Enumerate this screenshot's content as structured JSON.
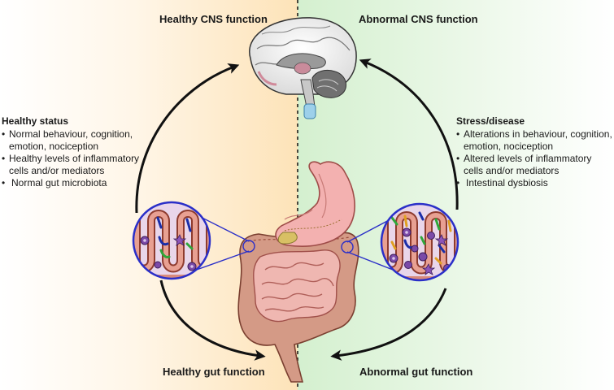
{
  "diagram": {
    "headings": {
      "top_left": "Healthy CNS function",
      "top_right": "Abnormal CNS function",
      "bottom_left": "Healthy gut function",
      "bottom_right": "Abnormal gut function"
    },
    "left_panel": {
      "title": "Healthy status",
      "items": [
        "Normal behaviour, cognition, emotion, nociception",
        "Healthy levels of inflammatory cells and/or mediators",
        "Normal gut microbiota"
      ]
    },
    "right_panel": {
      "title": "Stress/disease",
      "items": [
        "Alterations in behaviour, cognition, emotion, nociception",
        "Altered levels of inflammatory cells and/or mediators",
        "Intestinal dysbiosis"
      ]
    },
    "colors": {
      "healthy_background": "#fde3b8",
      "disease_background": "#d4f0cf",
      "zoom_circle": "#2a2fc8",
      "arrow": "#111111"
    }
  }
}
